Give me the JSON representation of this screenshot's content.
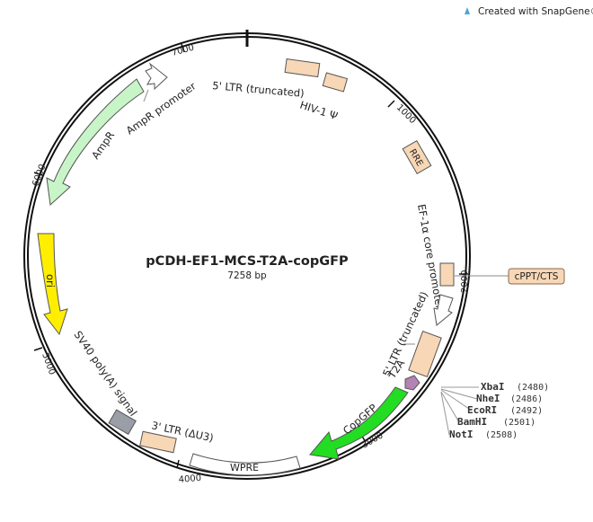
{
  "watermark": {
    "text": "Created with SnapGene®",
    "icon": "snapgene-logo-icon"
  },
  "plasmid": {
    "name": "pCDH-EF1-MCS-T2A-copGFP",
    "length_label": "7258 bp"
  },
  "ticks": [
    "1000",
    "2000",
    "3000",
    "4000",
    "5000",
    "6000",
    "7000"
  ],
  "features": {
    "ltr5_trunc": "5' LTR (truncated)",
    "hiv_psi": "HIV-1 Ψ",
    "rre": "RRE",
    "ef1a": "EF-1α core promoter",
    "cppt": "cPPT/CTS",
    "ltr5_trunc_b": "5' LTR (truncated)",
    "t2a": "T2A",
    "copgfp": "CopGFP",
    "wpre": "WPRE",
    "ltr3": "3' LTR (ΔU3)",
    "sv40": "SV40 poly(A) signal",
    "ori": "ori",
    "ampr": "AmpR",
    "ampr_promoter": "AmpR promoter"
  },
  "sites": [
    {
      "name": "XbaI",
      "pos": "(2480)"
    },
    {
      "name": "NheI",
      "pos": "(2486)"
    },
    {
      "name": "EcoRI",
      "pos": "(2492)"
    },
    {
      "name": "BamHI",
      "pos": "(2501)"
    },
    {
      "name": "NotI",
      "pos": "(2508)"
    }
  ],
  "colors": {
    "beige": "#f7d7b5",
    "green": "#22dd22",
    "light_green": "#c8f5c8",
    "yellow": "#ffee00",
    "purple": "#b383b3",
    "gray": "#9a9ea6",
    "white": "#ffffff",
    "snapgene_pink": "#e8707a"
  }
}
